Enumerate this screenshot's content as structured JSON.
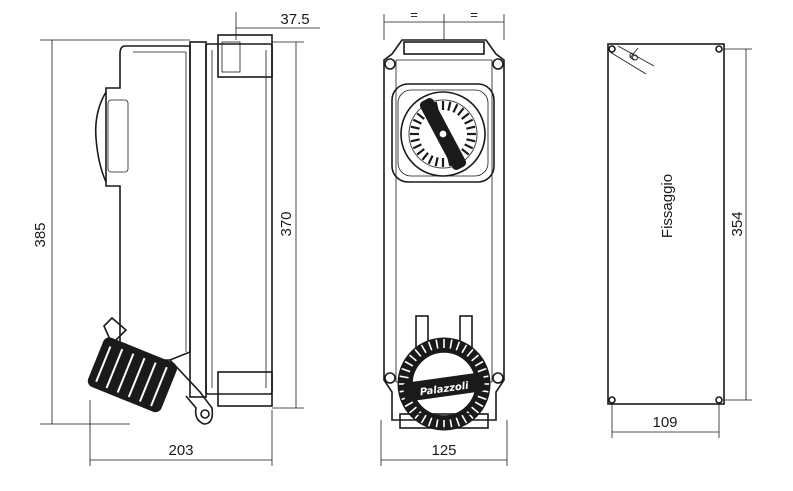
{
  "views": {
    "side": {
      "dim_height_total": "385",
      "dim_height_body": "370",
      "dim_depth": "203",
      "dim_top_offset": "37.5"
    },
    "front": {
      "dim_width": "125",
      "equal_mark_left": "=",
      "equal_mark_right": "=",
      "brand_label": "Palazzoli"
    },
    "fixing": {
      "label": "Fissaggio",
      "dim_height": "354",
      "dim_width": "109",
      "hole_symbol": "6"
    }
  }
}
